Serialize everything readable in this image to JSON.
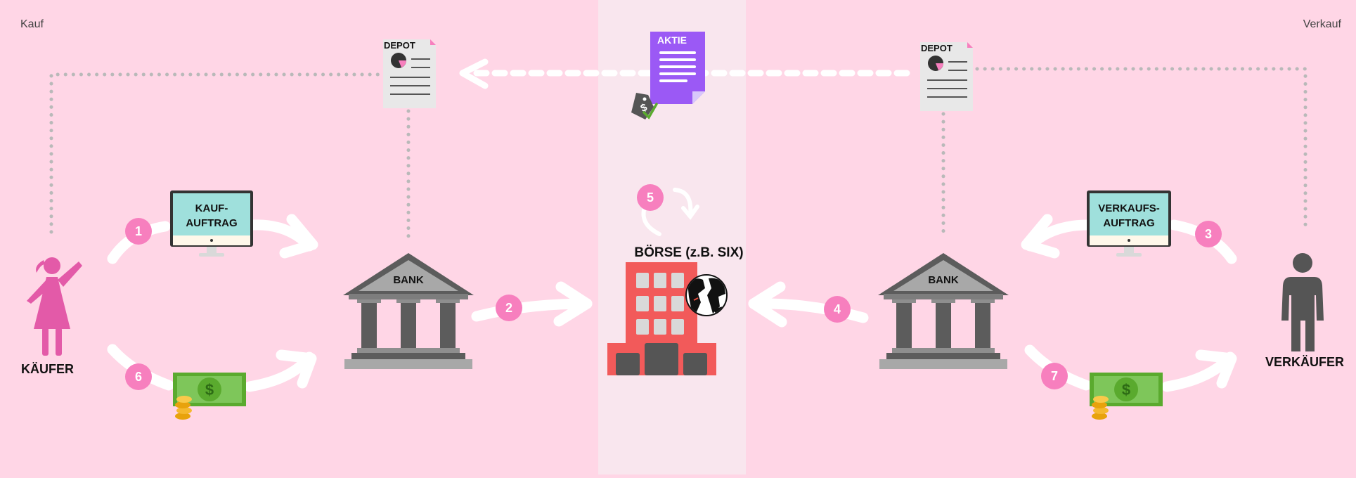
{
  "corners": {
    "left": "Kauf",
    "right": "Verkauf"
  },
  "steps": [
    "1",
    "2",
    "3",
    "4",
    "5",
    "6",
    "7"
  ],
  "buyer": {
    "label": "KÄUFER"
  },
  "seller": {
    "label": "VERKÄUFER"
  },
  "bank_left": {
    "label": "BANK"
  },
  "bank_right": {
    "label": "BANK"
  },
  "depot_left": {
    "label": "DEPOT"
  },
  "depot_right": {
    "label": "DEPOT"
  },
  "aktie": {
    "label": "AKTIE"
  },
  "boerse": {
    "label": "BÖRSE (z.B. SIX)"
  },
  "monitor_left": {
    "line1": "KAUF-",
    "line2": "AUFTRAG"
  },
  "monitor_right": {
    "line1": "VERKAUFS-",
    "line2": "AUFTRAG"
  },
  "colors": {
    "background": "#ffd6e6",
    "center_band": "#f9e6ee",
    "badge": "#f77fbe",
    "arrow": "#ffffff",
    "dotted": "#b9b9b9",
    "building": "#f25a5a",
    "aktie": "#9b59f5",
    "money": "#5aaa2e",
    "bank": "#5c5c5c"
  },
  "icons": [
    "woman-icon",
    "man-icon",
    "bank-icon",
    "monitor-icon",
    "depot-document-icon",
    "stock-document-icon",
    "price-tag-icon",
    "building-icon",
    "globe-icon",
    "banknote-icon",
    "coins-icon",
    "cycle-arrow-icon"
  ]
}
